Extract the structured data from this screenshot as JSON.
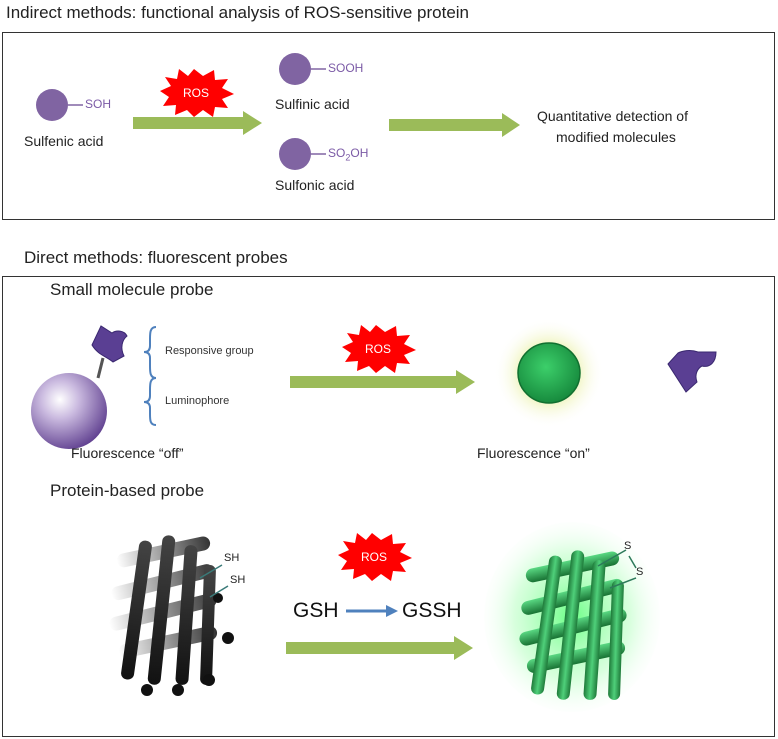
{
  "indirect": {
    "title": "Indirect methods: functional analysis of ROS-sensitive protein",
    "sulfenic_group": "SOH",
    "sulfenic_label": "Sulfenic acid",
    "ros_label": "ROS",
    "sulfinic_group": "SOOH",
    "sulfinic_label": "Sulfinic acid",
    "sulfonic_group_main": "SO",
    "sulfonic_group_sub": "2",
    "sulfonic_group_tail": "OH",
    "sulfonic_label": "Sulfonic acid",
    "detection_line1": "Quantitative detection of",
    "detection_line2": "modified molecules"
  },
  "direct": {
    "title": "Direct methods: fluorescent probes",
    "small_probe_title": "Small molecule probe",
    "responsive_group": "Responsive group",
    "luminophore": "Luminophore",
    "ros_label": "ROS",
    "fluorescence_off": "Fluorescence “off”",
    "fluorescence_on": "Fluorescence “on”",
    "protein_probe_title": "Protein-based probe",
    "sh_1": "SH",
    "sh_2": "SH",
    "ros_label_2": "ROS",
    "gsh": "GSH",
    "gssh": "GSSH",
    "s_1": "S",
    "s_2": "S"
  },
  "colors": {
    "arrow_green": "#9bbb59",
    "ros_red": "#ff0000",
    "purple": "#8064a2",
    "fluor_green": "#2eaa4f",
    "gsh_arrow": "#4f81bd"
  }
}
